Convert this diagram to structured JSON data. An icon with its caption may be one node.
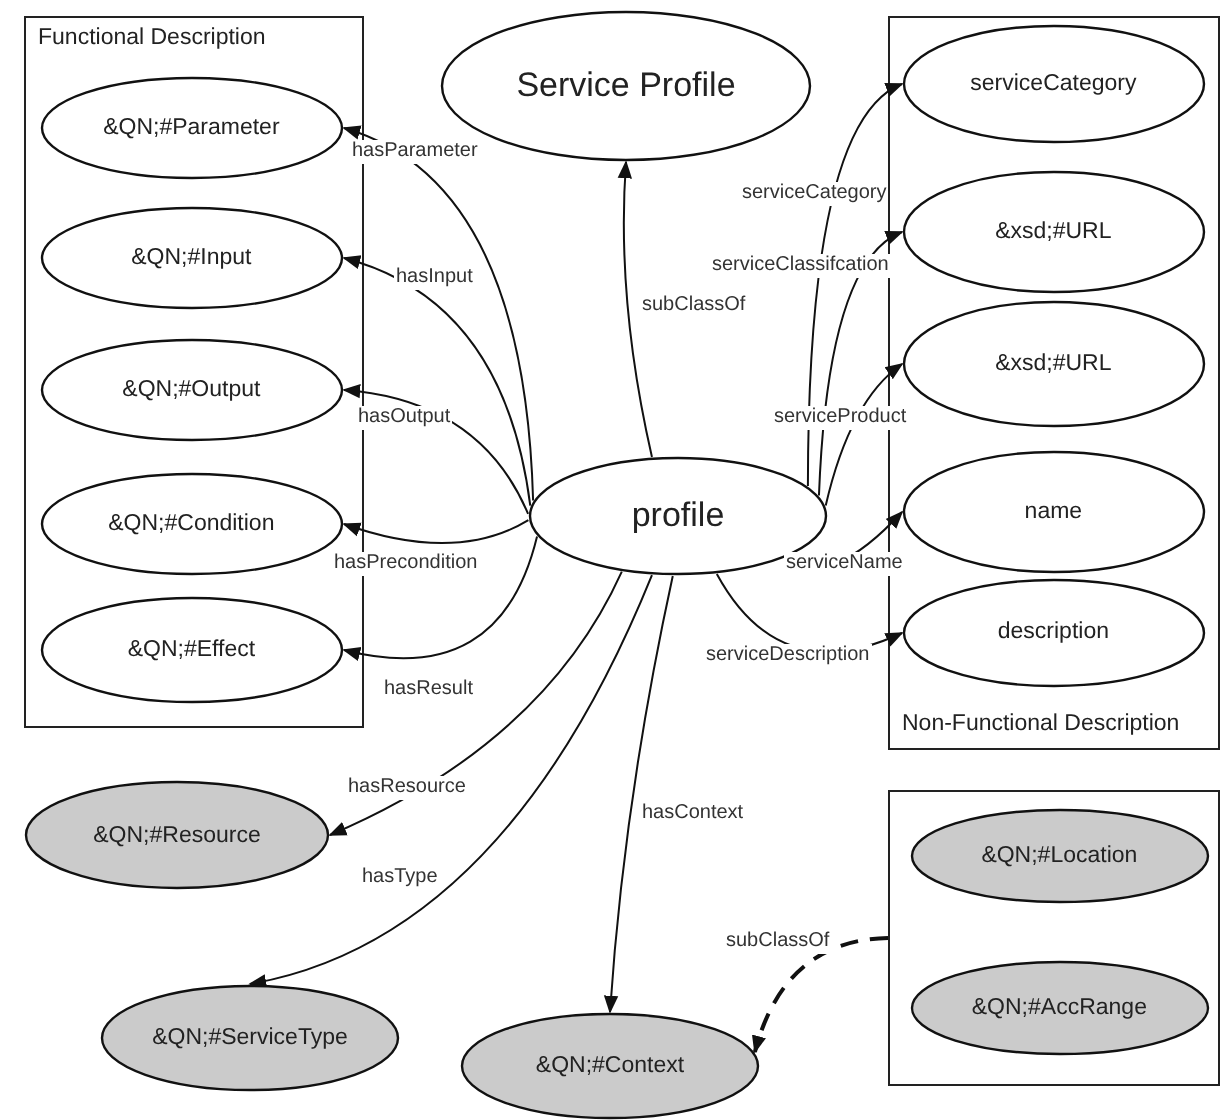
{
  "diagram": {
    "nodes": [
      {
        "text": [
          "Functional Description"
        ]
      },
      {
        "text": [
          "&QN;#Parameter"
        ],
        "in": 0
      },
      {
        "text": [
          "&QN;#Input"
        ],
        "in": 0
      },
      {
        "text": [
          "&QN;#Output"
        ],
        "in": 0
      },
      {
        "text": [
          "&QN;#Condition"
        ],
        "in": 0
      },
      {
        "text": [
          "&QN;#Effect"
        ],
        "in": 0
      },
      {
        "text": [
          "Service Profile"
        ]
      },
      {
        "text": [
          "Non-Functional Description"
        ]
      },
      {
        "text": [
          "serviceCategory"
        ],
        "in": 7
      },
      {
        "text": [
          "&xsd;#URL"
        ],
        "in": 7
      },
      {
        "text": [
          "&xsd;#URL"
        ],
        "in": 7
      },
      {
        "text": [
          "name"
        ],
        "in": 7
      },
      {
        "text": [
          "description"
        ],
        "in": 7
      },
      {
        "text": [
          "profile"
        ]
      },
      {
        "text": [
          "&QN;#Resource"
        ]
      },
      {
        "text": [
          "&QN;#ServiceType"
        ]
      },
      {
        "text": [
          "&QN;#Context"
        ]
      },
      {
        "text": [],
        "shape": "box"
      },
      {
        "text": [
          "&QN;#Location"
        ],
        "in": 17
      },
      {
        "text": [
          "&QN;#AccRange"
        ],
        "in": 17
      }
    ],
    "edges": [
      {
        "from": 13,
        "to": 1,
        "arrow": "to",
        "label": "hasParameter"
      },
      {
        "from": 13,
        "to": 2,
        "arrow": "to",
        "label": "hasInput"
      },
      {
        "from": 13,
        "to": 3,
        "arrow": "to",
        "label": "hasOutput"
      },
      {
        "from": 13,
        "to": 4,
        "arrow": "to",
        "label": "hasPrecondition"
      },
      {
        "from": 13,
        "to": 5,
        "arrow": "to",
        "label": "hasResult"
      },
      {
        "from": 13,
        "to": 6,
        "arrow": "to",
        "label": "subClassOf"
      },
      {
        "from": 13,
        "to": 8,
        "arrow": "to",
        "label": "serviceCategory"
      },
      {
        "from": 13,
        "to": 9,
        "arrow": "to",
        "label": "serviceClassifcation"
      },
      {
        "from": 13,
        "to": 10,
        "arrow": "to",
        "label": "serviceProduct"
      },
      {
        "from": 13,
        "to": 11,
        "arrow": "to",
        "label": "serviceName"
      },
      {
        "from": 13,
        "to": 12,
        "arrow": "to",
        "label": "serviceDescription"
      },
      {
        "from": 13,
        "to": 14,
        "arrow": "to",
        "label": "hasResource"
      },
      {
        "from": 13,
        "to": 15,
        "arrow": "to",
        "label": "hasType"
      },
      {
        "from": 13,
        "to": 16,
        "arrow": "to",
        "label": "hasContext"
      },
      {
        "from": 17,
        "to": 16,
        "arrow": "to",
        "label": "subClassOf",
        "style": "dashed"
      }
    ]
  }
}
